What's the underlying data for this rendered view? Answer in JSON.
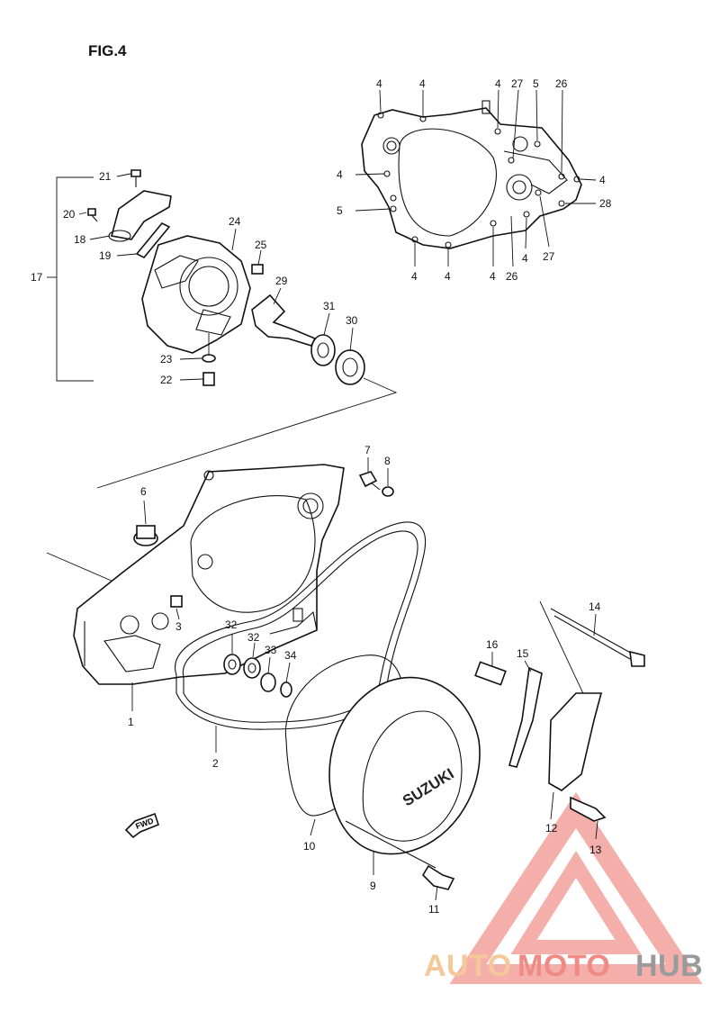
{
  "figure": {
    "title": "FIG.4"
  },
  "callouts": {
    "c1": "1",
    "c2": "2",
    "c3": "3",
    "c6": "6",
    "c7": "7",
    "c8": "8",
    "c9": "9",
    "c10": "10",
    "c11": "11",
    "c12": "12",
    "c13": "13",
    "c14": "14",
    "c15": "15",
    "c16": "16",
    "c17": "17",
    "c18": "18",
    "c19": "19",
    "c20": "20",
    "c21": "21",
    "c22": "22",
    "c23": "23",
    "c24": "24",
    "c25": "25",
    "c29": "29",
    "c30": "30",
    "c31": "31",
    "c32a": "32",
    "c32b": "32",
    "c33": "33",
    "c34": "34",
    "g4a": "4",
    "g4b": "4",
    "g4c": "4",
    "g4d": "4",
    "g4e": "4",
    "g4f": "4",
    "g4g": "4",
    "g4h": "4",
    "g4i": "4",
    "g5a": "5",
    "g5b": "5",
    "g26a": "26",
    "g26b": "26",
    "g27a": "27",
    "g27b": "27",
    "g28": "28"
  },
  "cover_logo": "SUZUKI",
  "fwd_label": "FWD",
  "watermark": {
    "part_auto": "AUTO",
    "part_moto": "MOTO",
    "part_hub": "HUB",
    "colors": {
      "auto": "#f5c89a",
      "moto": "#f08a84",
      "hub": "#9a9a9a",
      "triangle": "#f2a19b"
    }
  }
}
